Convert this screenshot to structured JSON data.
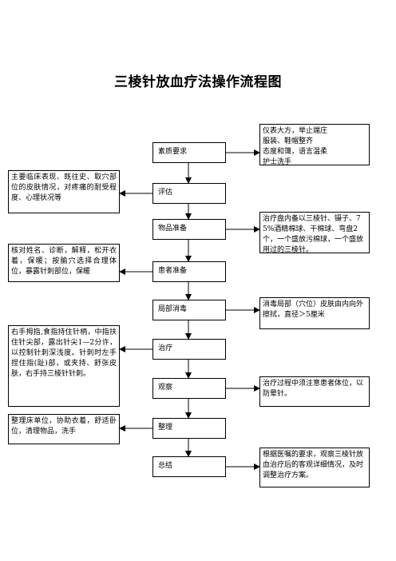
{
  "title": "三棱针放血疗法操作流程图",
  "steps": [
    "素质要求",
    "评估",
    "物品准备",
    "患者准备",
    "局部消毒",
    "治疗",
    "观察",
    "整理",
    "总结"
  ],
  "right_notes": [
    "仪表大方，举止端庄\n服装、鞋帽整齐\n态度和蔼，语言温柔\n护士洗手",
    "治疗盘内备以三棱针、镊子、75%酒精棉球、干棉球、弯盘2个，一个盛放污棉球，一个盛放用过的三棱针。",
    "消毒局部（穴位）皮肤由内向外擦拭，直径＞5厘米",
    "治疗过程中须注意患者体位，以防晕针。",
    "根据医嘱的要求，观察三棱针放血治疗后的客观详细情况，及时调整治疗方案。"
  ],
  "left_notes": [
    "主要临床表现、既往史、取穴部位的皮肤情况，对疼痛的耐受程度、心理状况等",
    "核对姓名、诊断，解释，松开衣着，保暖；按腧穴选择合理体位，暴露针刺部位，保暖",
    "右手拇指,食指持住针柄，中指扶住针尖部，露出针尖1—2分许，以控制针刺深浅度。针刺时左手捏住指(趾)部，或夹持、舒张皮肤，右手持三棱针针刺。",
    "整理床单位，协助衣着，舒适卧位，清理物品，洗手"
  ]
}
